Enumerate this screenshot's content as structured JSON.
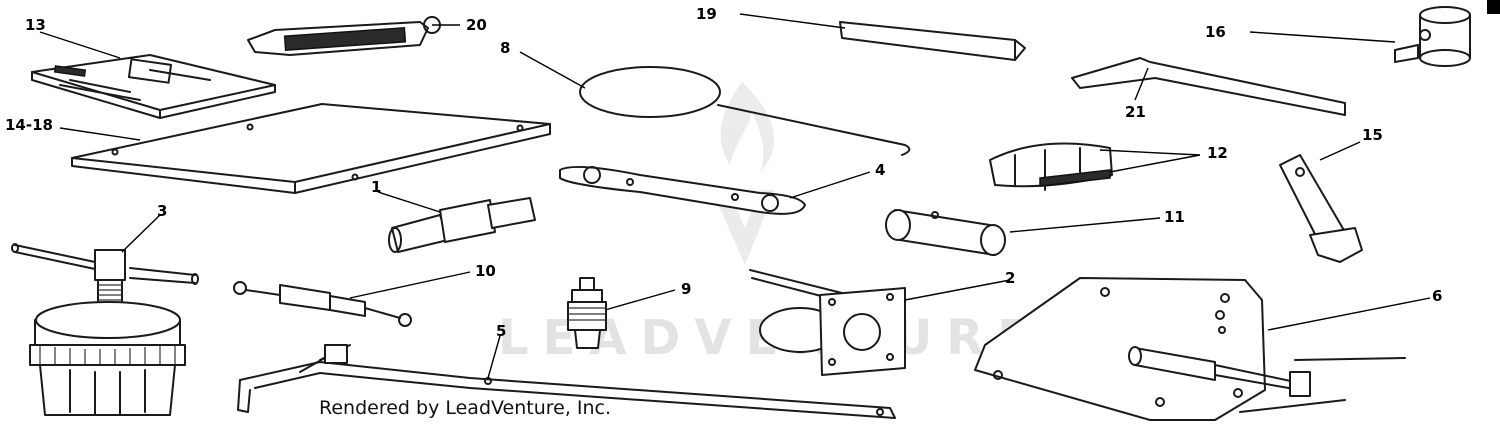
{
  "diagram": {
    "callouts": {
      "c1": "1",
      "c2": "2",
      "c3": "3",
      "c4": "4",
      "c5": "5",
      "c6": "6",
      "c8": "8",
      "c9": "9",
      "c10": "10",
      "c11": "11",
      "c12": "12",
      "c13": "13",
      "c14_18": "14-18",
      "c15": "15",
      "c16": "16",
      "c19": "19",
      "c20": "20",
      "c21": "21"
    },
    "credit": "Rendered by LeadVenture, Inc.",
    "watermark": "LEADVENTURE"
  }
}
